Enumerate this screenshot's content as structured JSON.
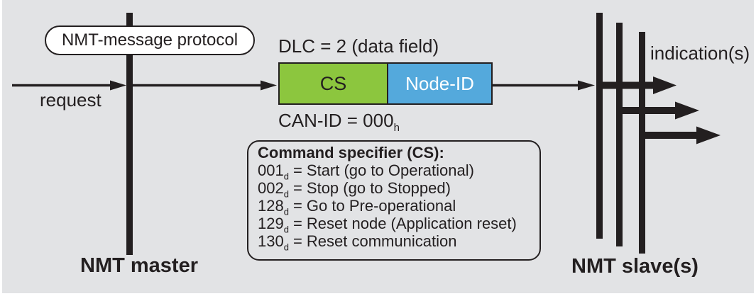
{
  "colors": {
    "background": "#e2e3e5",
    "ink": "#231f20",
    "green": "#8cc63e",
    "blue": "#54a9dc",
    "box_fill": "#ffffff",
    "node_id_text": "#ffffff"
  },
  "labels": {
    "protocol_box": "NMT-message protocol",
    "request": "request",
    "dlc": "DLC = 2 (data field)",
    "can_id_prefix": "CAN-ID = 000",
    "can_id_sub": "h",
    "cs_field": "CS",
    "node_id_field": "Node-ID",
    "indications": "indication(s)",
    "nmt_master": "NMT master",
    "nmt_slaves": "NMT slave(s)"
  },
  "cs_box": {
    "title": "Command specifier (CS):",
    "items": [
      {
        "code": "001",
        "sub": "d",
        "desc": "= Start (go to Operational)"
      },
      {
        "code": "002",
        "sub": "d",
        "desc": "= Stop (go to Stopped)"
      },
      {
        "code": "128",
        "sub": "d",
        "desc": "= Go to Pre-operational"
      },
      {
        "code": "129",
        "sub": "d",
        "desc": "= Reset node (Application reset)"
      },
      {
        "code": "130",
        "sub": "d",
        "desc": "= Reset communication"
      }
    ]
  }
}
